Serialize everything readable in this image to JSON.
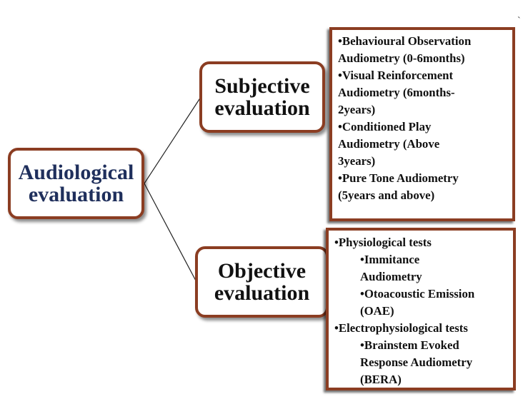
{
  "diagram": {
    "root": {
      "lines": [
        "Audiological",
        "evaluation"
      ]
    },
    "subjective": {
      "lines": [
        "Subjective",
        "evaluation"
      ],
      "items": [
        {
          "lines": [
            "•Behavioural Observation",
            "Audiometry (0-6months)"
          ]
        },
        {
          "lines": [
            "•Visual Reinforcement",
            "Audiometry (6months-",
            "2years)"
          ]
        },
        {
          "lines": [
            "•Conditioned Play",
            "Audiometry (Above",
            "3years)"
          ]
        },
        {
          "lines": [
            "•Pure Tone Audiometry",
            "(5years and above)"
          ]
        }
      ]
    },
    "objective": {
      "lines": [
        "Objective",
        "evaluation"
      ],
      "items": [
        {
          "level": 0,
          "lines": [
            "•Physiological tests"
          ]
        },
        {
          "level": 1,
          "lines": [
            "•Immitance",
            "Audiometry"
          ]
        },
        {
          "level": 1,
          "lines": [
            "•Otoacoustic Emission",
            "(OAE)"
          ]
        },
        {
          "level": 0,
          "lines": [
            "•Electrophysiological tests"
          ]
        },
        {
          "level": 1,
          "lines": [
            "•Brainstem Evoked",
            "Response Audiometry",
            "(BERA)"
          ]
        }
      ]
    },
    "colors": {
      "border": "#8b3d22",
      "root_text": "#1f2f5c",
      "text": "#111111",
      "connector": "#222222"
    },
    "stray_mark": "`"
  }
}
